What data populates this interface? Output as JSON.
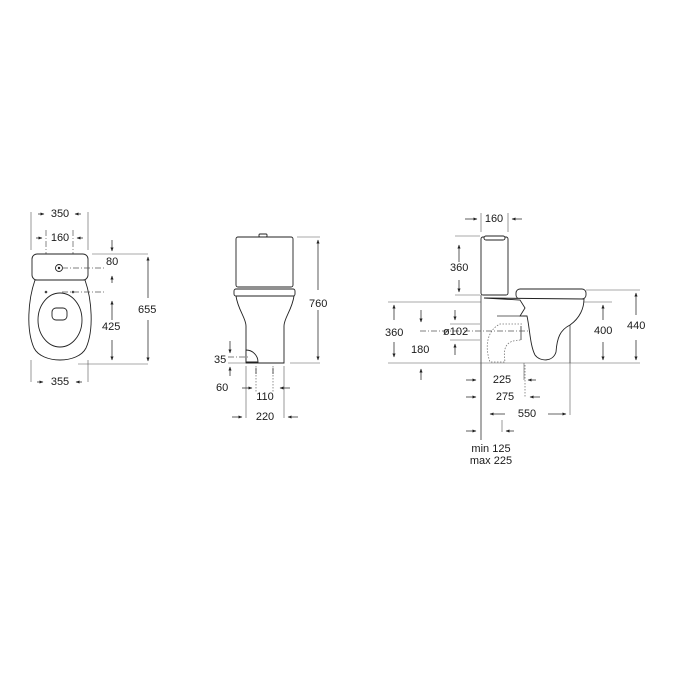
{
  "drawing": {
    "subject": "close-coupled toilet technical dimension drawing",
    "units": "mm",
    "colors": {
      "line": "#333333",
      "text": "#1a1a1a",
      "background": "#ffffff"
    }
  },
  "top_view": {
    "width_tank": "350",
    "hole_spacing": "160",
    "tank_depth_to_holes": "80",
    "holes_to_bowl_front": "425",
    "total_depth": "655",
    "width_bowl": "355"
  },
  "front_view": {
    "total_height": "760",
    "inlet_height": "35",
    "fixing_offset": "60",
    "fixing_spacing": "110",
    "base_width": "220"
  },
  "side_view": {
    "tank_width": "160",
    "tank_height": "360",
    "outlet_height": "360",
    "outlet_diameter": "ø102",
    "outlet_center_height": "180",
    "bowl_rim_height": "400",
    "seat_height": "440",
    "wall_to_outlet_225": "225",
    "wall_to_outlet_275": "275",
    "total_length": "550",
    "wall_distance_min": "min 125",
    "wall_distance_max": "max 225"
  }
}
